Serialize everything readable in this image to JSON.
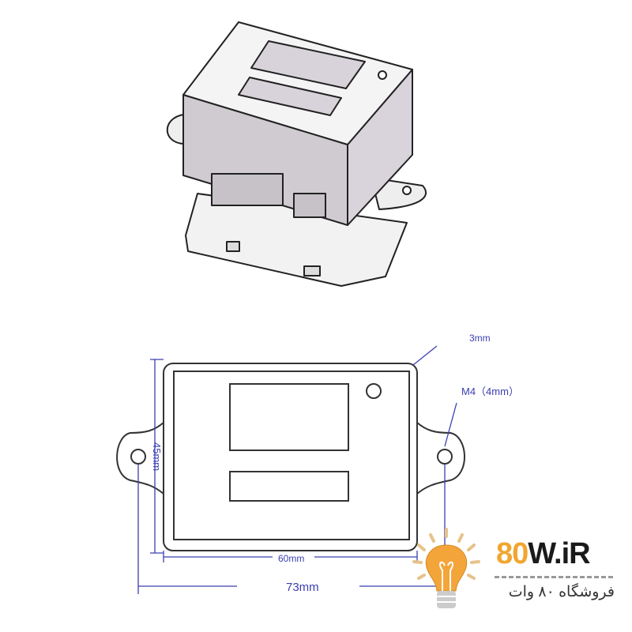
{
  "dimensions": {
    "corner": "3mm",
    "hole": "M4（4mm）",
    "height": "45mm",
    "inner_width": "60mm",
    "total_width": "73mm"
  },
  "logo": {
    "number": "80",
    "rest": "W.iR",
    "subtitle": "فروشگاه ۸۰ وات"
  },
  "colors": {
    "dimension": "#3b3fb0",
    "outline": "#333333",
    "logo_accent": "#f0a630"
  }
}
